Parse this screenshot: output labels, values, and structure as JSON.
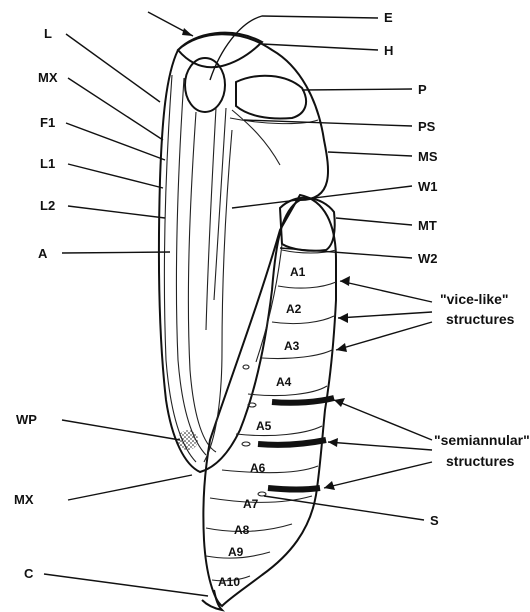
{
  "labels": {
    "L": "L",
    "MX_top": "MX",
    "F1": "F1",
    "L1": "L1",
    "L2": "L2",
    "A": "A",
    "E": "E",
    "H": "H",
    "P": "P",
    "PS": "PS",
    "MS": "MS",
    "W1": "W1",
    "MT": "MT",
    "W2": "W2",
    "WP": "WP",
    "MX_bottom": "MX",
    "C": "C",
    "S": "S"
  },
  "segments": [
    "A1",
    "A2",
    "A3",
    "A4",
    "A5",
    "A6",
    "A7",
    "A8",
    "A9",
    "A10"
  ],
  "groups": {
    "vice_like": "\"vice-like\"",
    "vice_like_2": "structures",
    "semiannular": "\"semiannular\"",
    "semiannular_2": "structures"
  },
  "colors": {
    "ink": "#111111",
    "background": "#ffffff"
  }
}
